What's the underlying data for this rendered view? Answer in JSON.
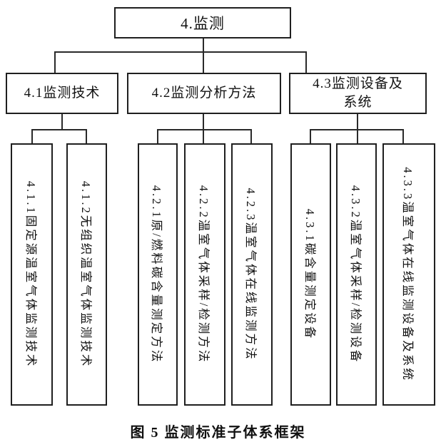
{
  "diagram": {
    "title": "监测标准子体系框架",
    "caption": "图 5 监测标准子体系框架",
    "line_color": "#2a2a2a",
    "background": "#ffffff",
    "root": {
      "label": "4.监测"
    },
    "branches": [
      {
        "label": "4.1监测技术"
      },
      {
        "label": "4.2监测分析方法"
      },
      {
        "label": "4.3监测设备及\n系统"
      }
    ],
    "leaves": [
      {
        "label": "4.1.1固定源温室气体监测技术",
        "parent": "4.1"
      },
      {
        "label": "4.1.2无组织温室气体监测技术",
        "parent": "4.1"
      },
      {
        "label": "4.2.1原/燃料碳含量测定方法",
        "parent": "4.2"
      },
      {
        "label": "4.2.2温室气体采样/检测方法",
        "parent": "4.2"
      },
      {
        "label": "4.2.3温室气体在线监测方法",
        "parent": "4.2"
      },
      {
        "label": "4.3.1碳含量测定设备",
        "parent": "4.3"
      },
      {
        "label": "4.3.2温室气体采样/检测设备",
        "parent": "4.3"
      },
      {
        "label": "4.3.3温室气体在线监测设备及系统",
        "parent": "4.3"
      }
    ]
  }
}
